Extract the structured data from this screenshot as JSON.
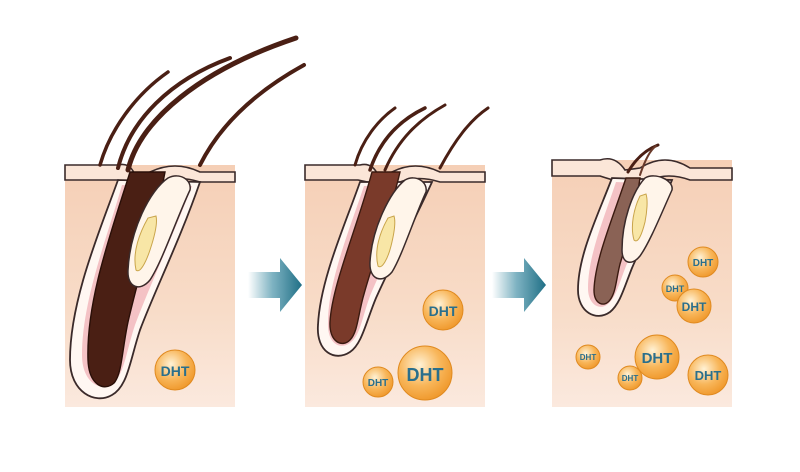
{
  "diagram": {
    "stages": [
      {
        "id": "stage-1",
        "dht_labels": [
          "DHT"
        ]
      },
      {
        "id": "stage-2",
        "dht_labels": [
          "DHT",
          "DHT",
          "DHT"
        ]
      },
      {
        "id": "stage-3",
        "dht_labels": [
          "DHT",
          "DHT",
          "DHT",
          "DHT",
          "DHT",
          "DHT",
          "DHT"
        ]
      }
    ],
    "colors": {
      "skin": "#f7d6c0",
      "skin_light": "#fbe6d8",
      "outline": "#3a2a2a",
      "hair": "#4a1f14",
      "follicle_pink": "#f2b8bd",
      "gland_yellow": "#f8e6a6",
      "dht_orange": "#f6a43a",
      "dht_text": "#2a6f8c",
      "arrow": "#1f6f86"
    }
  }
}
